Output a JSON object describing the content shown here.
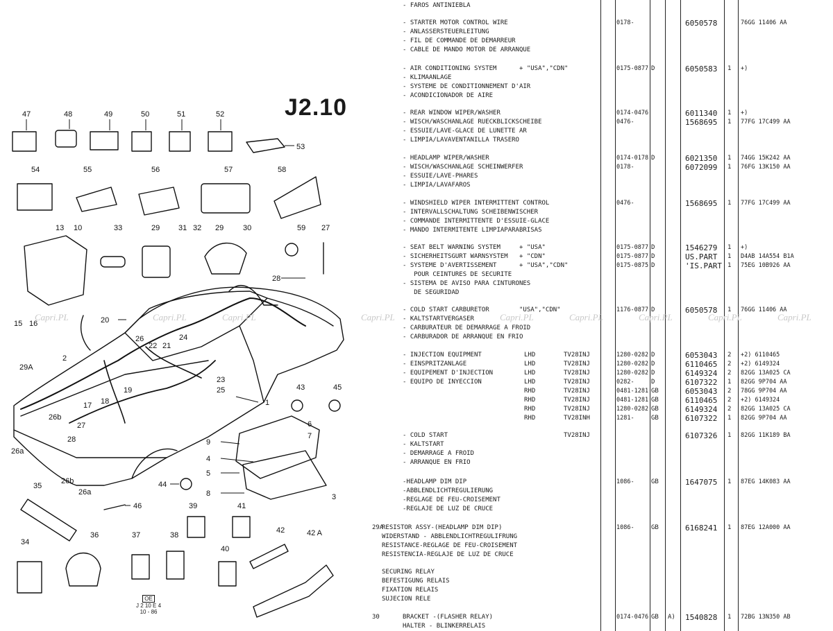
{
  "page_code": "J2.10",
  "stamp": {
    "box": "OE",
    "lines": [
      "J 2 10 E 4",
      "10 - 86"
    ]
  },
  "watermark": "Capri.PL",
  "callouts": [
    "47",
    "48",
    "49",
    "50",
    "51",
    "52",
    "53",
    "54",
    "55",
    "56",
    "57",
    "58",
    "13",
    "10",
    "33",
    "29",
    "31",
    "32",
    "29",
    "30",
    "59",
    "27",
    "28",
    "15",
    "16",
    "20",
    "29A",
    "2",
    "26",
    "22",
    "21",
    "24",
    "17",
    "18",
    "19",
    "23",
    "25",
    "1",
    "43",
    "45",
    "26b",
    "27",
    "28",
    "26a",
    "26b",
    "26a",
    "9",
    "4",
    "5",
    "8",
    "3",
    "6",
    "7",
    "44",
    "35",
    "46",
    "39",
    "41",
    "34",
    "36",
    "37",
    "38",
    "40",
    "42",
    "42 A"
  ],
  "rows": [
    {
      "desc": "- FAROS ANTINIEBLA"
    },
    {
      "desc": "- STARTER MOTOR CONTROL WIRE",
      "date": "0178-",
      "part": "6050578",
      "ford": "76GG 11406 AA"
    },
    {
      "desc": "- ANLASSERSTEUERLEITUNG"
    },
    {
      "desc": "- FIL DE COMMANDE DE DEMARREUR"
    },
    {
      "desc": "- CABLE DE MANDO MOTOR DE ARRANQUE"
    },
    {
      "desc": "- AIR CONDITIONING SYSTEM",
      "extra": "+ \"USA\",\"CDN\"",
      "date": "0175-0877",
      "mk": "D",
      "part": "6050583",
      "qty": "1",
      "ford": "+)"
    },
    {
      "desc": "- KLIMAANLAGE"
    },
    {
      "desc": "- SYSTEME DE CONDITIONNEMENT D'AIR"
    },
    {
      "desc": "- ACONDICIONADOR DE AIRE"
    },
    {
      "desc": "- REAR WINDOW WIPER/WASHER",
      "date": "0174-0476",
      "part": "6011340",
      "qty": "1",
      "ford": "+)"
    },
    {
      "desc": "- WISCH/WASCHANLAGE RUECKBLICKSCHEIBE",
      "date": "0476-",
      "part": "1568695",
      "qty": "1",
      "ford": "77FG 17C499 AA"
    },
    {
      "desc": "- ESSUIE/LAVE-GLACE DE LUNETTE AR"
    },
    {
      "desc": "- LIMPIA/LAVAVENTANILLA TRASERO"
    },
    {
      "desc": "- HEADLAMP WIPER/WASHER",
      "date": "0174-0178",
      "mk": "D",
      "part": "6021350",
      "qty": "1",
      "ford": "74GG 15K242 AA"
    },
    {
      "desc": "- WISCH/WASCHANLAGE SCHEINWERFER",
      "date": "0178-",
      "part": "6072099",
      "qty": "1",
      "ford": "76FG 13K150 AA"
    },
    {
      "desc": "- ESSUIE/LAVE-PHARES"
    },
    {
      "desc": "- LIMPIA/LAVAFAROS"
    },
    {
      "desc": "- WINDSHIELD WIPER INTERMITTENT CONTROL",
      "date": "0476-",
      "part": "1568695",
      "qty": "1",
      "ford": "77FG 17C499 AA"
    },
    {
      "desc": "- INTERVALLSCHALTUNG SCHEIBENWISCHER"
    },
    {
      "desc": "- COMMANDE INTERMITTENTE D'ESSUIE-GLACE"
    },
    {
      "desc": "- MANDO INTERMITENTE LIMPIAPARABRISAS"
    },
    {
      "desc": "- SEAT BELT WARNING SYSTEM",
      "extra": "+ \"USA\"",
      "date": "0175-0877",
      "mk": "D",
      "part": "1546279",
      "qty": "1",
      "ford": "+)"
    },
    {
      "desc": "- SICHERHEITSGURT WARNSYSTEM",
      "extra": "+ \"CDN\"",
      "date": "0175-0877",
      "mk": "D",
      "part": "US.PART",
      "qty": "1",
      "ford": "D4AB 14A554 B1A"
    },
    {
      "desc": "- SYSTEME D'AVERTISSEMENT",
      "extra": "+ \"USA\",\"CDN\"",
      "date": "0175-0875",
      "mk": "D",
      "part": "'IS.PART",
      "qty": "1",
      "ford": "75EG 10B926 AA"
    },
    {
      "desc": "   POUR CEINTURES DE SECURITE"
    },
    {
      "desc": "- SISTEMA DE AVISO PARA CINTURONES"
    },
    {
      "desc": "   DE SEGURIDAD"
    },
    {
      "desc": "- COLD START CARBURETOR",
      "extra": "\"USA\",\"CDN\"",
      "date": "1176-0877",
      "mk": "D",
      "part": "6050578",
      "qty": "1",
      "ford": "76GG 11406 AA"
    },
    {
      "desc": "- KALTSTARTVERGASER"
    },
    {
      "desc": "- CARBURATEUR DE DEMARRAGE A FROID"
    },
    {
      "desc": "- CARBURADOR DE ARRANQUE EN FRIO"
    },
    {
      "desc": "- INJECTION EQUIPMENT",
      "steer": "LHD",
      "eng": "TV28INJ",
      "date": "1280-0282",
      "mk": "D",
      "part": "6053043",
      "qty": "2",
      "ford": "+2) 6110465"
    },
    {
      "desc": "- EINSPRITZANLAGE",
      "steer": "LHD",
      "eng": "TV28INJ",
      "date": "1280-0282",
      "mk": "D",
      "part": "6110465",
      "qty": "2",
      "ford": "+2) 6149324"
    },
    {
      "desc": "- EQUIPEMENT D'INJECTION",
      "steer": "LHD",
      "eng": "TV28INJ",
      "date": "1280-0282",
      "mk": "D",
      "part": "6149324",
      "qty": "2",
      "ford": "82GG 13A025 CA"
    },
    {
      "desc": "- EQUIPO DE INYECCION",
      "steer": "LHD",
      "eng": "TV28INJ",
      "date": "0282-",
      "mk": "D",
      "part": "6107322",
      "qty": "1",
      "ford": "82GG 9P704 AA"
    },
    {
      "steer": "RHD",
      "eng": "TV28INJ",
      "date": "0481-1281",
      "mk": "GB",
      "part": "6053043",
      "qty": "2",
      "ford": "78GG 9P704 AA"
    },
    {
      "steer": "RHD",
      "eng": "TV28INJ",
      "date": "0481-1281",
      "mk": "GB",
      "part": "6110465",
      "qty": "2",
      "ford": "+2) 6149324"
    },
    {
      "steer": "RHD",
      "eng": "TV28INJ",
      "date": "1280-0282",
      "mk": "GB",
      "part": "6149324",
      "qty": "2",
      "ford": "82GG 13A025 CA"
    },
    {
      "steer": "RHD",
      "eng": "TV28INH",
      "date": "1281-",
      "mk": "GB",
      "part": "6107322",
      "qty": "1",
      "ford": "82GG 9P704 AA"
    },
    {
      "desc": "- COLD START",
      "eng": "TV28INJ",
      "part": "6107326",
      "qty": "1",
      "ford": "82GG 11K189 BA"
    },
    {
      "desc": "- KALTSTART"
    },
    {
      "desc": "- DEMARRAGE A FROID"
    },
    {
      "desc": "- ARRANQUE EN FRIO"
    },
    {
      "desc": "-HEADLAMP DIM DIP",
      "date": "1086-",
      "mk": "GB",
      "part": "1647075",
      "qty": "1",
      "ford": "87EG 14K083 AA"
    },
    {
      "desc": "-ABBLENDLICHTREGULIERUNG"
    },
    {
      "desc": "-REGLAGE DE FEU-CROISEMENT"
    },
    {
      "desc": "-REGLAJE DE LUZ DE CRUCE"
    },
    {
      "num": "29A",
      "desc": "RESISTOR ASSY-(HEADLAMP DIM DIP)",
      "indent": true,
      "date": "1086-",
      "mk": "GB",
      "part": "6168241",
      "qty": "1",
      "ford": "87EG 12A000 AA"
    },
    {
      "desc": "WIDERSTAND - ABBLENDLICHTREGULIFRUNG",
      "indent": true
    },
    {
      "desc": "RESISTANCE-REGLAGE DE FEU-CROISEMENT",
      "indent": true
    },
    {
      "desc": "RESISTENCIA-REGLAJE DE LUZ DE CRUCE",
      "indent": true
    },
    {
      "desc": "SECURING RELAY",
      "indent": true
    },
    {
      "desc": "BEFESTIGUNG RELAIS",
      "indent": true
    },
    {
      "desc": "FIXATION RELAIS",
      "indent": true
    },
    {
      "desc": "SUJECION RELE",
      "indent": true
    },
    {
      "num": "30",
      "desc": "BRACKET -(FLASHER RELAY)",
      "date": "0174-0476",
      "mk": "GB",
      "a": "A)",
      "part": "1540828",
      "qty": "1",
      "ford": "72BG 13N350 AB"
    },
    {
      "desc": "HALTER - BLINKERRELAIS"
    }
  ]
}
